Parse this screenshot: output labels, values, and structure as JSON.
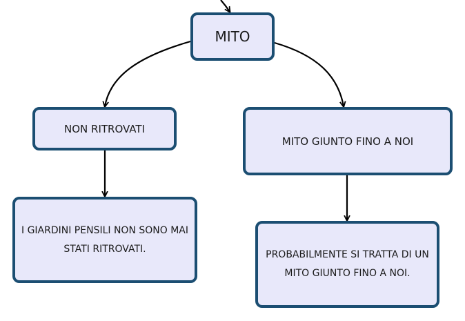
{
  "nodes": {
    "mito": "MITO",
    "non_ritrovati": "NON RITROVATI",
    "mito_giunto": "MITO GIUNTO FINO A NOI",
    "giardini": "I GIARDINI PENSILI NON SONO MAI STATI RITROVATI.",
    "probabilmente": "PROBABILMENTE SI TRATTA DI UN MITO GIUNTO FINO A NOI."
  },
  "colors": {
    "node_fill": "#e8e8fa",
    "node_border": "#1b4e72",
    "edge": "#000000"
  }
}
